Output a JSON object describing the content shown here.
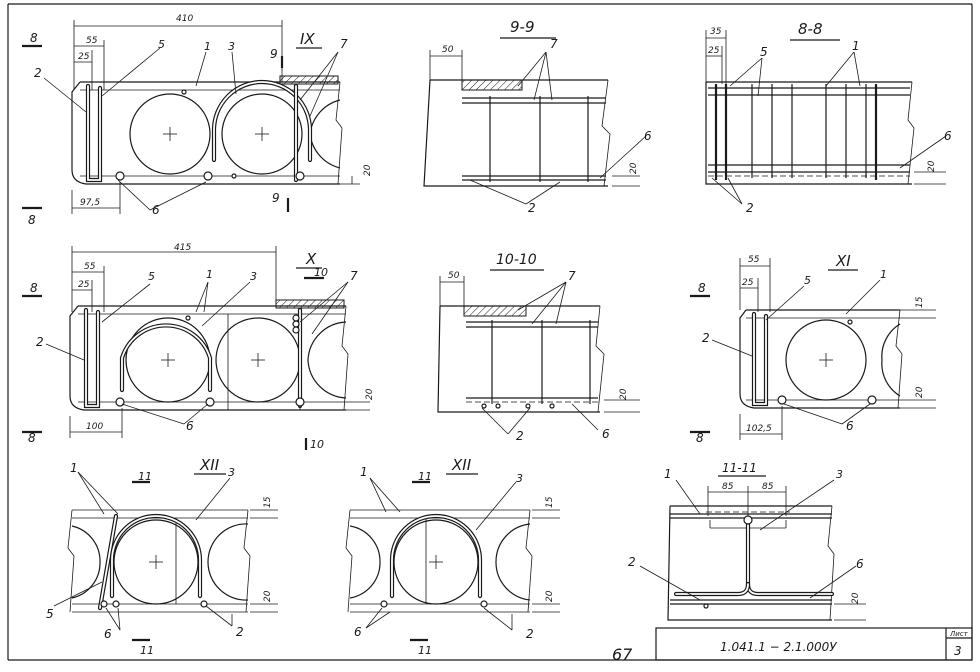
{
  "views": {
    "view_ix": {
      "title": "IX",
      "dim_top": "410",
      "dim_a": "55",
      "dim_b": "25",
      "dim_bottom": "97,5",
      "dim_side": "20",
      "labels": {
        "l1": "1",
        "l2": "2",
        "l3": "3",
        "l5": "5",
        "l6": "6",
        "l7": "7"
      },
      "sec_8a": "8",
      "sec_8b": "8",
      "sec_9a": "9",
      "sec_9b": "9"
    },
    "sec_9_9": {
      "title": "9-9",
      "dim_top": "50",
      "dim_side": "20",
      "labels": {
        "l2": "2",
        "l6": "6",
        "l7": "7"
      }
    },
    "sec_8_8": {
      "title": "8-8",
      "dim_a": "35",
      "dim_b": "25",
      "dim_side": "20",
      "labels": {
        "l1": "1",
        "l2": "2",
        "l5": "5",
        "l6": "6"
      }
    },
    "view_x": {
      "title": "X",
      "dim_top": "415",
      "dim_a": "55",
      "dim_b": "25",
      "dim_bottom": "100",
      "dim_side": "20",
      "labels": {
        "l1": "1",
        "l2": "2",
        "l3": "3",
        "l5": "5",
        "l6": "6",
        "l7": "7"
      },
      "sec_8a": "8",
      "sec_8b": "8",
      "sec_10a": "10",
      "sec_10b": "10"
    },
    "sec_10_10": {
      "title": "10-10",
      "dim_top": "50",
      "dim_side": "20",
      "labels": {
        "l2": "2",
        "l6": "6",
        "l7": "7"
      }
    },
    "view_xi": {
      "title": "XI",
      "dim_a": "55",
      "dim_b": "25",
      "dim_bottom": "102,5",
      "dim_side": "20",
      "dim_top_side": "15",
      "labels": {
        "l1": "1",
        "l2": "2",
        "l5": "5",
        "l6": "6"
      },
      "sec_8a": "8",
      "sec_8b": "8"
    },
    "view_xii_a": {
      "title": "XII",
      "dim_top_side": "15",
      "dim_side": "20",
      "labels": {
        "l1": "1",
        "l2": "2",
        "l3": "3",
        "l5": "5",
        "l6": "6"
      },
      "sec_11a": "11",
      "sec_11b": "11"
    },
    "view_xii_b": {
      "title": "XII",
      "dim_top_side": "15",
      "dim_side": "20",
      "labels": {
        "l1": "1",
        "l2": "2",
        "l3": "3",
        "l6": "6"
      },
      "sec_11a": "11",
      "sec_11b": "11"
    },
    "sec_11_11": {
      "title": "11-11",
      "dim_a": "85",
      "dim_b": "85",
      "dim_side": "20",
      "labels": {
        "l1": "1",
        "l2": "2",
        "l3": "3",
        "l6": "6"
      }
    }
  },
  "stamp": {
    "code": "1.041.1 − 2.1.000У",
    "sheet_label": "Лист",
    "sheet_no": "3",
    "handwritten": "67"
  }
}
